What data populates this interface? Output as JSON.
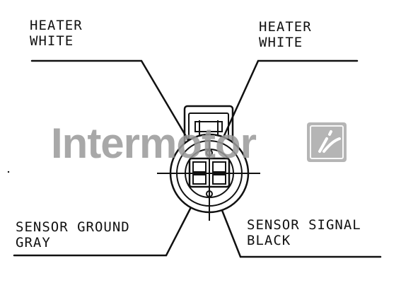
{
  "labels": {
    "top_left_line1": "HEATER",
    "top_left_line2": "WHITE",
    "top_right_line1": "HEATER",
    "top_right_line2": "WHITE",
    "bottom_left_line1": "SENSOR GROUND",
    "bottom_left_line2": "GRAY",
    "bottom_right_line1": "SENSOR SIGNAL",
    "bottom_right_line2": "BLACK"
  },
  "watermark": {
    "text": "Intermotor",
    "logo_icon": "intermotor-i-logo-icon"
  },
  "colors": {
    "line": "#111111",
    "watermark": "#9a9a9a"
  }
}
